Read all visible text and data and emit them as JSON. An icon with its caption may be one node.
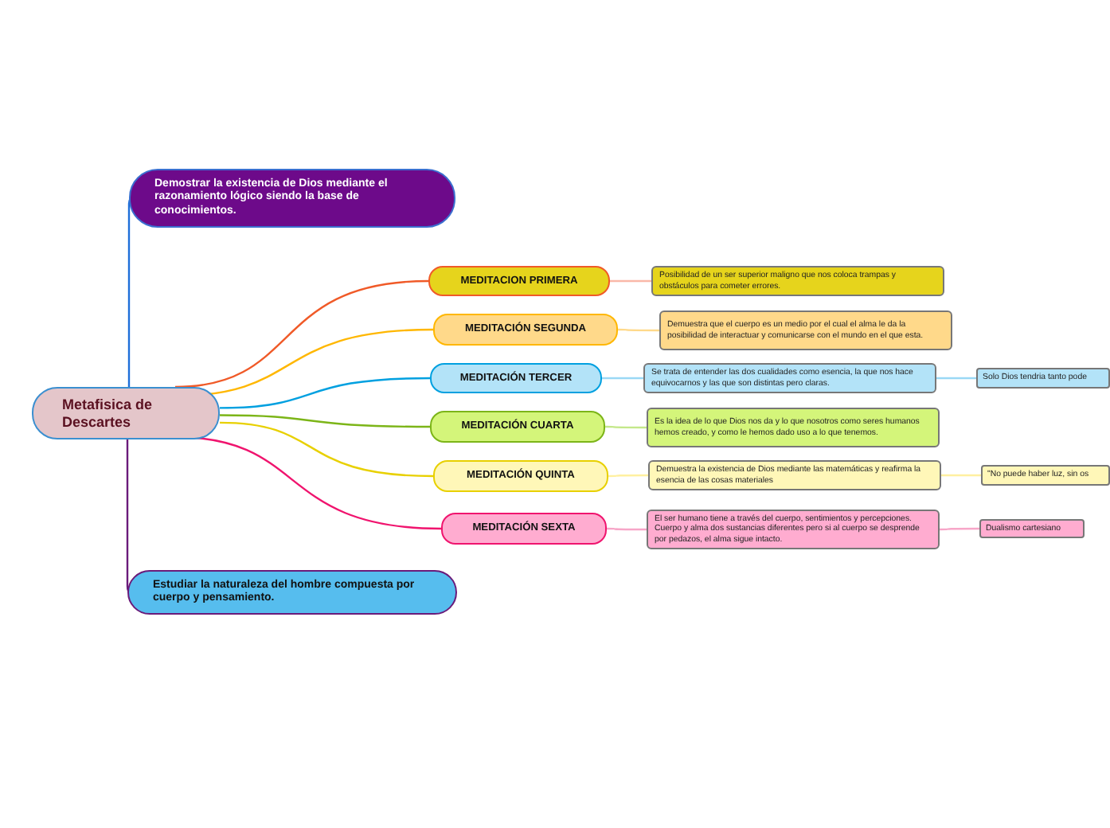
{
  "diagram": {
    "nodes": [
      {
        "text": [
          "Metafisica de Descartes"
        ]
      },
      {
        "text": [
          "Demostrar la existencia de Dios mediante el razonamiento lógico siendo la base de conocimientos."
        ]
      },
      {
        "text": [
          "MEDITACION PRIMERA"
        ]
      },
      {
        "text": [
          "Posibilidad de un ser superior maligno que nos coloca trampas y obstáculos para cometer errores."
        ]
      },
      {
        "text": [
          "MEDITACIÓN SEGUNDA"
        ]
      },
      {
        "text": [
          "Demuestra que el cuerpo es un medio por el cual el alma le da la posibilidad de interactuar y comunicarse con el mundo en el que esta."
        ]
      },
      {
        "text": [
          "MEDITACIÓN TERCER"
        ]
      },
      {
        "text": [
          "Se trata de entender las dos cualidades como esencia, la que nos hace equivocarnos y las que son distintas pero claras."
        ]
      },
      {
        "text": [
          "Solo Dios tendria tanto pode"
        ]
      },
      {
        "text": [
          "MEDITACIÓN CUARTA"
        ]
      },
      {
        "text": [
          "Es la idea de lo que Dios nos da y lo que nosotros como seres humanos hemos creado, y como le hemos dado uso a lo que tenemos."
        ]
      },
      {
        "text": [
          "MEDITACIÓN QUINTA"
        ]
      },
      {
        "text": [
          "Demuestra la existencia de Dios mediante las matemáticas y reafirma la esencia de las cosas materiales"
        ]
      },
      {
        "text": [
          "\"No puede haber luz, sin os"
        ]
      },
      {
        "text": [
          "MEDITACIÓN SEXTA"
        ]
      },
      {
        "text": [
          "El ser humano tiene a través del cuerpo, sentimientos y percepciones. Cuerpo y alma dos sustancias diferentes pero si al cuerpo se desprende por pedazos, el alma sigue intacto."
        ]
      },
      {
        "text": [
          "Dualismo cartesiano"
        ]
      },
      {
        "text": [
          "Estudiar la naturaleza del hombre compuesta por cuerpo y pensamiento."
        ]
      }
    ],
    "edges": [
      {
        "from": 0,
        "to": 1,
        "arrow": "none",
        "color": "#1e6fd9"
      },
      {
        "from": 0,
        "to": 2,
        "arrow": "none",
        "color": "#f05a28"
      },
      {
        "from": 0,
        "to": 4,
        "arrow": "none",
        "color": "#ffb700"
      },
      {
        "from": 0,
        "to": 6,
        "arrow": "none",
        "color": "#00a0e0"
      },
      {
        "from": 0,
        "to": 9,
        "arrow": "none",
        "color": "#7cb518"
      },
      {
        "from": 0,
        "to": 11,
        "arrow": "none",
        "color": "#e8d000"
      },
      {
        "from": 0,
        "to": 14,
        "arrow": "none",
        "color": "#f0146e"
      },
      {
        "from": 0,
        "to": 17,
        "arrow": "none",
        "color": "#6a1b7a"
      },
      {
        "from": 2,
        "to": 3,
        "arrow": "none",
        "color": "#f9b8a8"
      },
      {
        "from": 4,
        "to": 5,
        "arrow": "none",
        "color": "#ffd98a"
      },
      {
        "from": 6,
        "to": 7,
        "arrow": "none",
        "color": "#9ad8f5"
      },
      {
        "from": 7,
        "to": 8,
        "arrow": "none",
        "color": "#9ad8f5"
      },
      {
        "from": 9,
        "to": 10,
        "arrow": "none",
        "color": "#c4e88a"
      },
      {
        "from": 11,
        "to": 12,
        "arrow": "none",
        "color": "#fff0a0"
      },
      {
        "from": 12,
        "to": 13,
        "arrow": "none",
        "color": "#fff0a0"
      },
      {
        "from": 14,
        "to": 15,
        "arrow": "none",
        "color": "#f7a6c8"
      },
      {
        "from": 15,
        "to": 16,
        "arrow": "none",
        "color": "#f7a6c8"
      }
    ]
  }
}
